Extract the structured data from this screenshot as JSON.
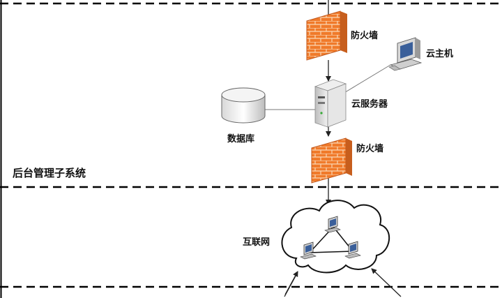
{
  "labels": {
    "firewall_top": "防火墙",
    "cloud_host": "云主机",
    "cloud_server": "云服务器",
    "database": "数据库",
    "firewall_bottom": "防火墙",
    "internet": "互联网"
  },
  "sections": {
    "backend": "后台管理子系统"
  },
  "colors": {
    "firewall_brick": "#f07a2a",
    "firewall_mortar": "#fbd7b5",
    "divider": "#000000",
    "line": "#555555"
  }
}
